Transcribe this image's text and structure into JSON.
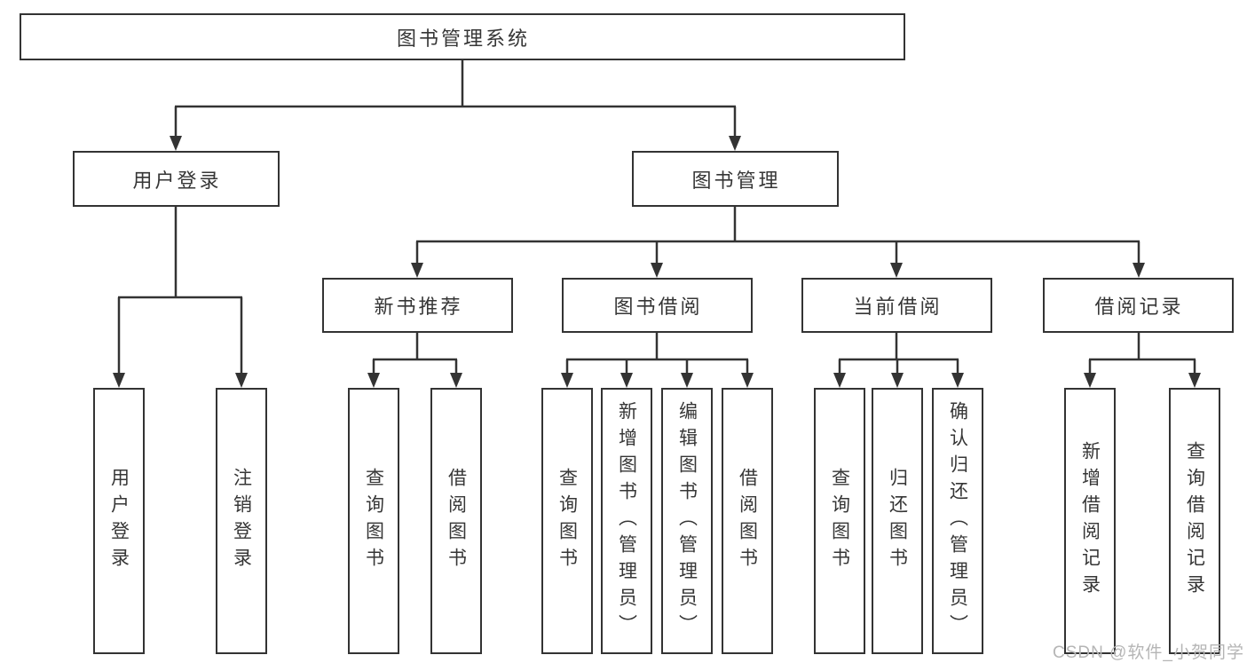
{
  "diagram": {
    "type": "tree",
    "background": "#ffffff",
    "line_color": "#333333",
    "text_color": "#363636",
    "nodes": {
      "root": {
        "label": "图书管理系统"
      },
      "user_login": {
        "label": "用户登录"
      },
      "book_mgmt": {
        "label": "图书管理"
      },
      "new_book_rec": {
        "label": "新书推荐"
      },
      "book_borrow": {
        "label": "图书借阅"
      },
      "current_borrow": {
        "label": "当前借阅"
      },
      "borrow_records": {
        "label": "借阅记录"
      },
      "leaf_user_login": {
        "label": "用户登录"
      },
      "leaf_logout": {
        "label": "注销登录"
      },
      "leaf_query_book_a": {
        "label": "查询图书"
      },
      "leaf_borrow_book_a": {
        "label": "借阅图书"
      },
      "leaf_query_book_b": {
        "label": "查询图书"
      },
      "leaf_add_book": {
        "label": "新增图书（管理员）"
      },
      "leaf_edit_book": {
        "label": "编辑图书（管理员）"
      },
      "leaf_borrow_book_b": {
        "label": "借阅图书"
      },
      "leaf_query_book_c": {
        "label": "查询图书"
      },
      "leaf_return_book": {
        "label": "归还图书"
      },
      "leaf_confirm_return": {
        "label": "确认归还（管理员）"
      },
      "leaf_add_borrow_record": {
        "label": "新增借阅记录"
      },
      "leaf_query_borrow_record": {
        "label": "查询借阅记录"
      }
    },
    "hierarchy": {
      "图书管理系统": {
        "用户登录": [
          "用户登录",
          "注销登录"
        ],
        "图书管理": {
          "新书推荐": [
            "查询图书",
            "借阅图书"
          ],
          "图书借阅": [
            "查询图书",
            "新增图书（管理员）",
            "编辑图书（管理员）",
            "借阅图书"
          ],
          "当前借阅": [
            "查询图书",
            "归还图书",
            "确认归还（管理员）"
          ],
          "借阅记录": [
            "新增借阅记录",
            "查询借阅记录"
          ]
        }
      }
    },
    "watermark": {
      "text": "CSDN @软件_小贺同学",
      "color": "#b5b5b5"
    }
  }
}
